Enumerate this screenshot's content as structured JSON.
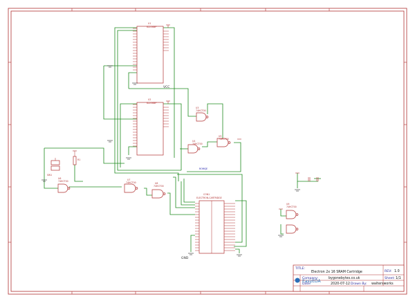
{
  "title_block": {
    "title_label": "TITLE:",
    "title": "Electron 2x 16 SRAM Cartridge",
    "rev_label": "REV:",
    "rev": "1.0",
    "company_label": "Company:",
    "company": "bygonebytes.co.uk",
    "sheet_label": "Sheet:",
    "sheet": "1/1",
    "date_label": "Date:",
    "date": "2020-07-12",
    "drawn_by_label": "Drawn By:",
    "drawn_by": "waltersworks",
    "logo": "EasyEDA"
  },
  "components": {
    "u1": {
      "ref": "U1",
      "part": "62256BP"
    },
    "u2": {
      "ref": "U2",
      "part": "62256BP"
    },
    "u3": {
      "ref": "U3",
      "part": "74HCT00"
    },
    "u4": {
      "ref": "U4",
      "part": "74HCT00"
    },
    "u5": {
      "ref": "U5",
      "part": "74HCT00"
    },
    "u6": {
      "ref": "U6",
      "part": "74HCT00"
    },
    "u7": {
      "ref": "U7",
      "part": "74HCT00"
    },
    "u8": {
      "ref": "U8",
      "part": "74HCT00"
    },
    "u9": {
      "ref": "U9",
      "part": "74HCT00"
    },
    "conn": {
      "ref": "CON1",
      "part": "ELECTRON-CARTRIDGE"
    },
    "switch_label": "SW1",
    "resistor_label": "R1",
    "pwr_label": "VCC",
    "gnd_label": "GND",
    "net_label": "ROMQE"
  },
  "colors": {
    "frame": "#b03030",
    "wire": "#1f8a1f",
    "text": "#1a1aa8"
  }
}
